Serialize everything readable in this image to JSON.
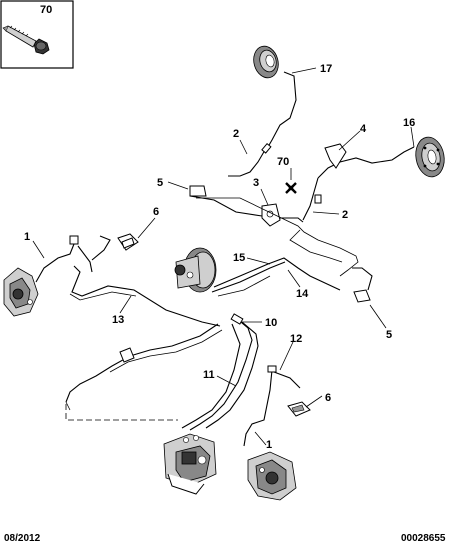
{
  "diagram": {
    "reference_part": "70",
    "part_labels": {
      "p70_box": "70",
      "p17": "17",
      "p2_top": "2",
      "p4": "4",
      "p16": "16",
      "p70_mid": "70",
      "p5_top": "5",
      "p3": "3",
      "p2_mid": "2",
      "p6_left": "6",
      "p1_left": "1",
      "p15": "15",
      "p14": "14",
      "p13": "13",
      "p10": "10",
      "p5_right": "5",
      "p12": "12",
      "p11": "11",
      "p6_bottom": "6",
      "p1_bottom": "1"
    },
    "footer": {
      "date": "08/2012",
      "drawing_number": "00028655"
    }
  }
}
